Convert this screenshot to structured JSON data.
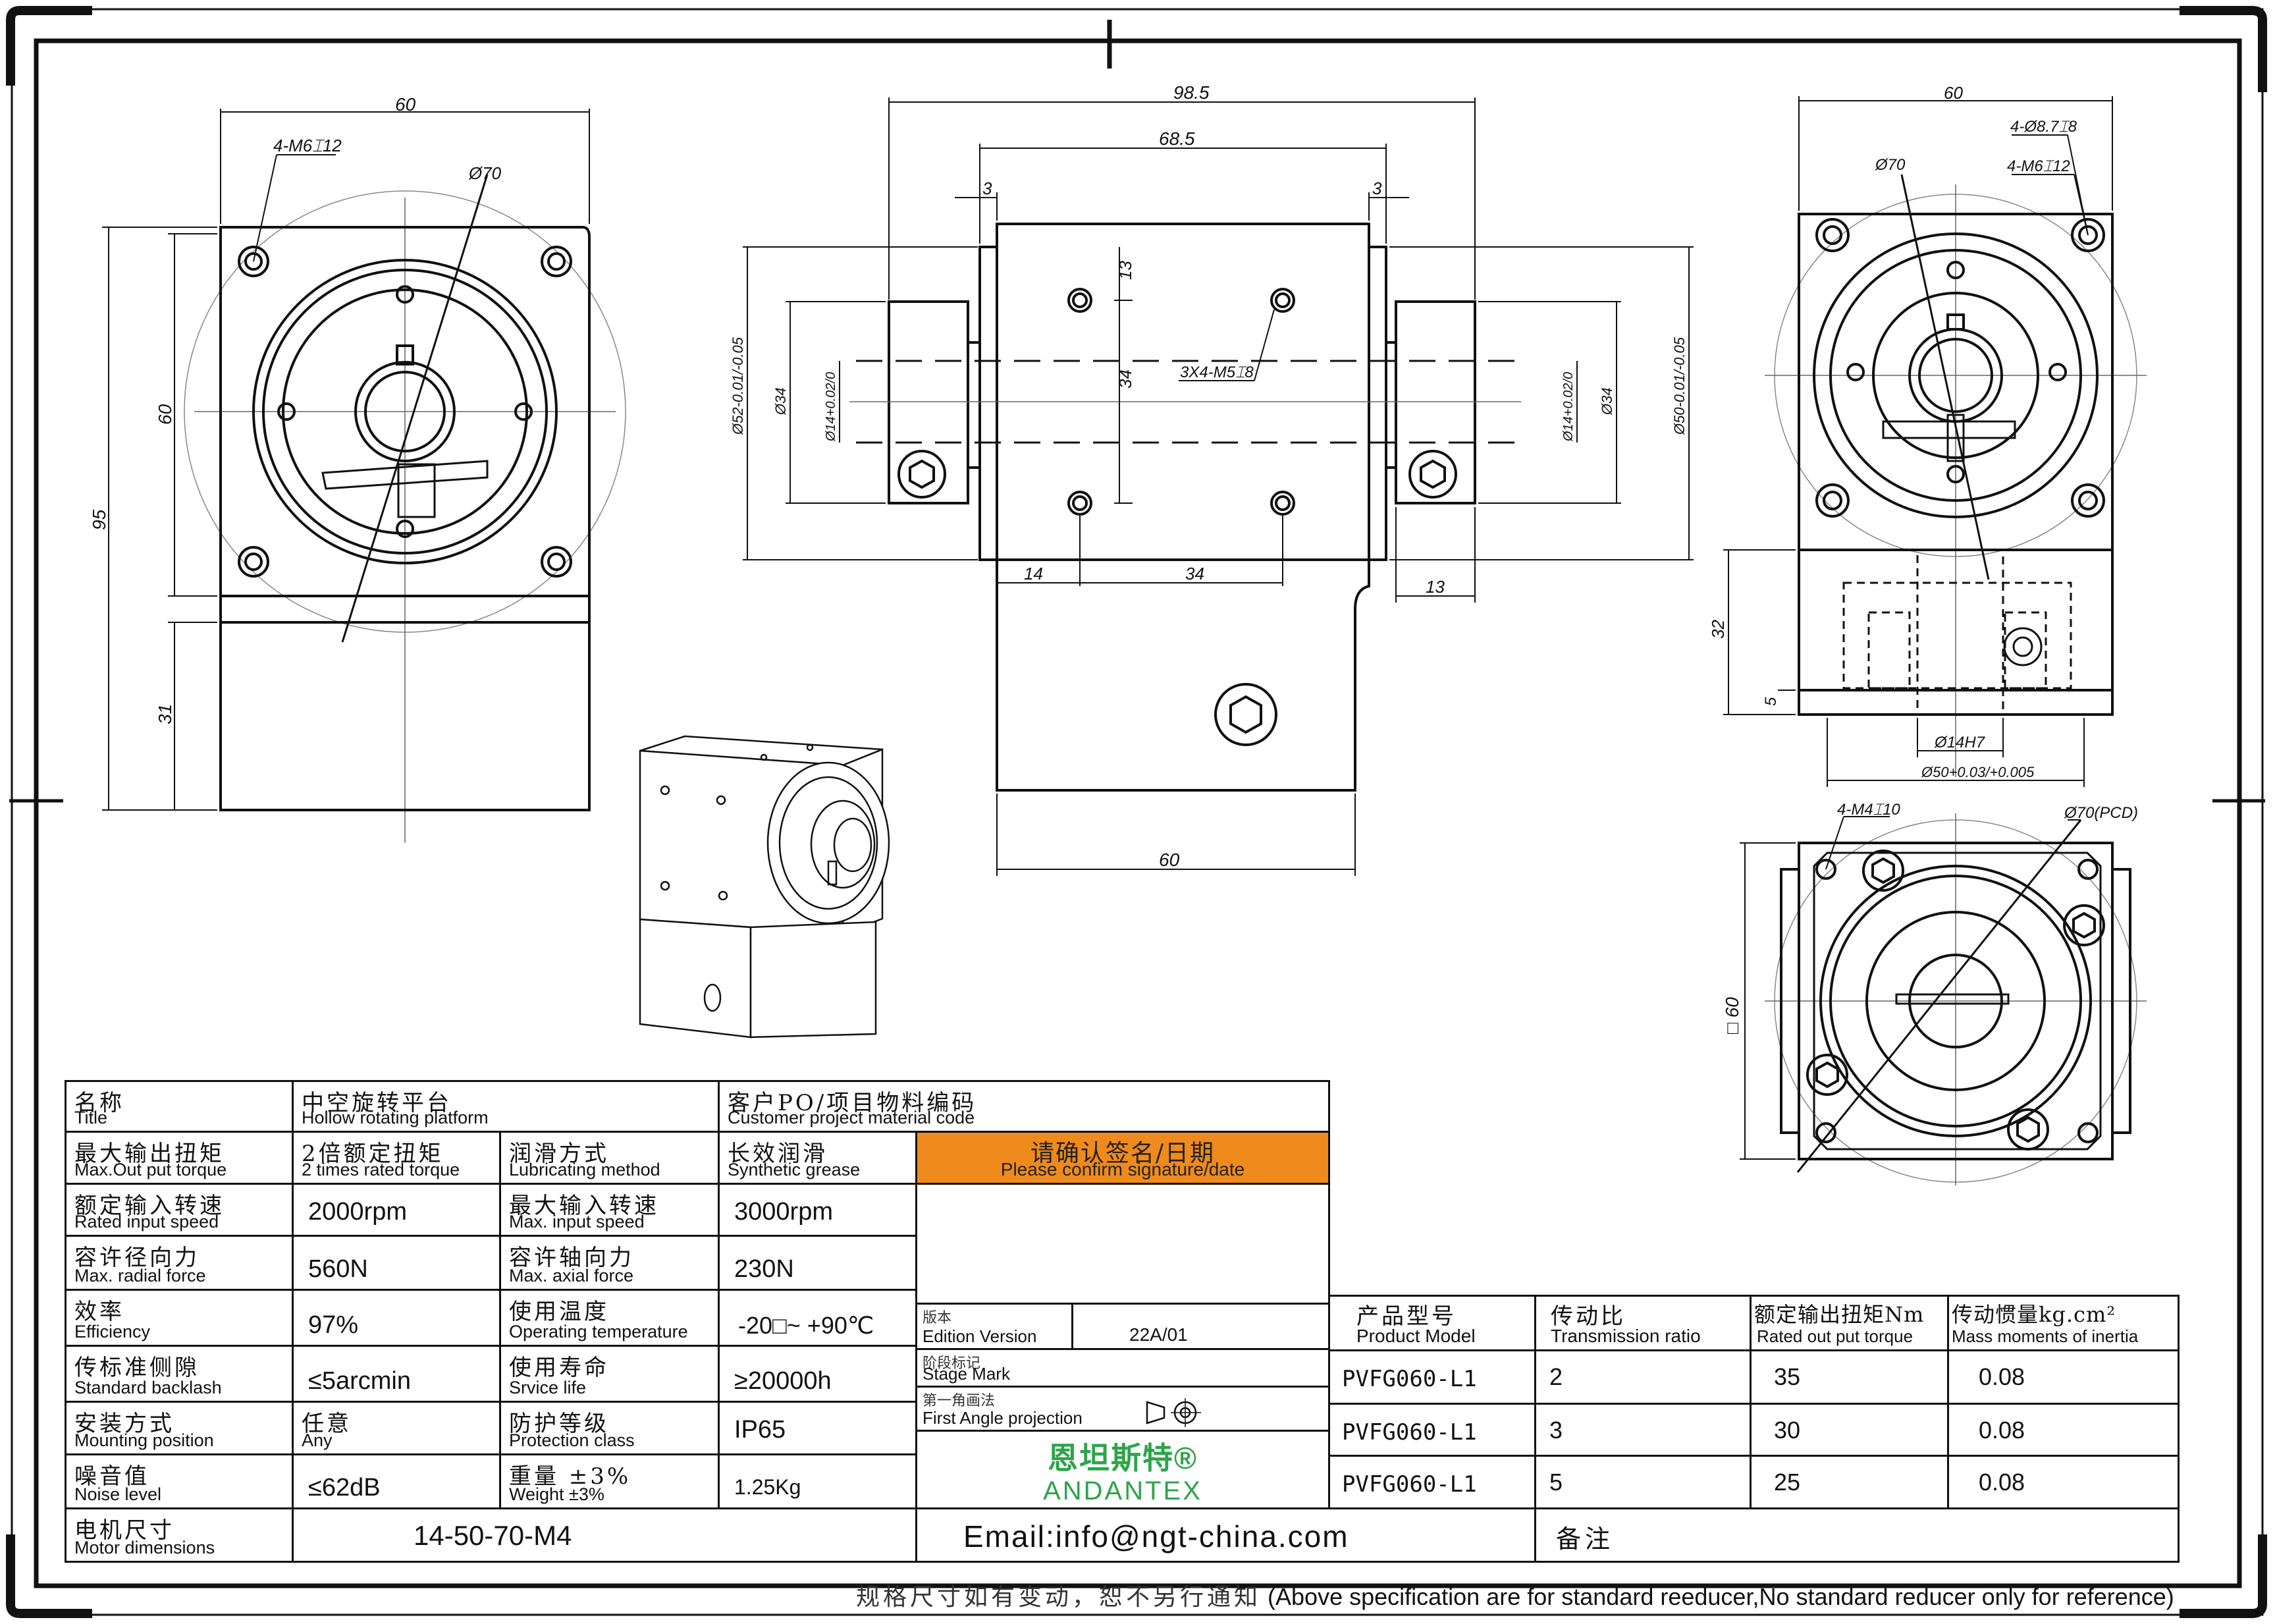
{
  "drawing": {
    "dims": {
      "left_width": "60",
      "left_height_sq": "60",
      "left_total": "95",
      "left_base": "31",
      "left_holes": "4-M6⌶12",
      "left_pcd": "Ø70",
      "front_total": "98.5",
      "front_inner": "68.5",
      "front_gap_l": "3",
      "front_gap_r": "3",
      "front_13": "13",
      "front_34v": "34",
      "front_screw": "3X4-M5⌶8",
      "front_14": "14",
      "front_34h": "34",
      "front_13b": "13",
      "front_60": "60",
      "front_d52": "Ø52-0.01/-0.05",
      "front_d34l": "Ø34",
      "front_d14l": "Ø14+0.02/0",
      "front_d14r": "Ø14+0.02/0",
      "front_d34r": "Ø34",
      "front_d50": "Ø50-0.01/-0.05",
      "right_width": "60",
      "right_holes1": "4-Ø8.7⌶8",
      "right_holes2": "4-M6⌶12",
      "right_pcd": "Ø70",
      "right_32": "32",
      "right_5": "5",
      "right_bore": "Ø14H7",
      "right_pilot": "Ø50+0.03/+0.005",
      "bottom_holes": "4-M4⌶10",
      "bottom_pcd": "Ø70(PCD)",
      "bottom_sq": "□ 60"
    }
  },
  "title_block": {
    "name": {
      "zh": "名称",
      "en": "Title"
    },
    "product_name": {
      "zh": "中空旋转平台",
      "en": "Hollow rotating platform"
    },
    "customer": {
      "zh": "客户PO/项目物料编码",
      "en": "Customer project material code"
    },
    "rows": [
      {
        "k1": {
          "zh": "最大输出扭矩",
          "en": "Max.Out put torque"
        },
        "v1": {
          "zh": "2倍额定扭矩",
          "en": "2 times rated torque"
        },
        "k2": {
          "zh": "润滑方式",
          "en": "Lubricating method"
        },
        "v2": {
          "zh": "长效润滑",
          "en": "Synthetic grease"
        }
      },
      {
        "k1": {
          "zh": "额定输入转速",
          "en": "Rated input speed"
        },
        "v1": "2000rpm",
        "k2": {
          "zh": "最大输入转速",
          "en": "Max. input speed"
        },
        "v2": "3000rpm"
      },
      {
        "k1": {
          "zh": "容许径向力",
          "en": "Max. radial force"
        },
        "v1": "560N",
        "k2": {
          "zh": "容许轴向力",
          "en": "Max. axial force"
        },
        "v2": "230N"
      },
      {
        "k1": {
          "zh": "效率",
          "en": "Efficiency"
        },
        "v1": "97%",
        "k2": {
          "zh": "使用温度",
          "en": "Operating temperature"
        },
        "v2": "-20□~ +90℃"
      },
      {
        "k1": {
          "zh": "传标准侧隙",
          "en": "Standard backlash"
        },
        "v1": "≤5arcmin",
        "k2": {
          "zh": "使用寿命",
          "en": "Srvice life"
        },
        "v2": "≥20000h"
      },
      {
        "k1": {
          "zh": "安装方式",
          "en": "Mounting position"
        },
        "v1": {
          "zh": "任意",
          "en": "Any"
        },
        "k2": {
          "zh": "防护等级",
          "en": "Protection class"
        },
        "v2": "IP65"
      },
      {
        "k1": {
          "zh": "噪音值",
          "en": "Noise level"
        },
        "v1": "≤62dB",
        "k2": {
          "zh": "重量 ±3%",
          "en": "Weight ±3%"
        },
        "v2": "1.25Kg"
      }
    ],
    "motor": {
      "zh": "电机尺寸",
      "en": "Motor dimensions",
      "value": "14-50-70-M4"
    },
    "confirm": {
      "zh": "请确认签名/日期",
      "en": "Please confirm signature/date"
    },
    "edition": {
      "zh": "版本",
      "en": "Edition Version",
      "value": "22A/01"
    },
    "stage": {
      "zh": "阶段标记",
      "en": "Stage Mark"
    },
    "projection": {
      "zh": "第一角画法",
      "en": "First Angle projection"
    },
    "logo": {
      "zh": "恩坦斯特®",
      "en": "ANDANTEX"
    },
    "email": "Email:info@ngt-china.com",
    "remark": "备注"
  },
  "spec_table": {
    "headers": [
      {
        "zh": "产品型号",
        "en": "Product Model"
      },
      {
        "zh": "传动比",
        "en": "Transmission ratio"
      },
      {
        "zh": "额定输出扭矩Nm",
        "en": "Rated out put torque"
      },
      {
        "zh": "传动惯量kg.cm²",
        "en": "Mass moments of inertia"
      }
    ],
    "rows": [
      {
        "model": "PVFG060-L1",
        "ratio": "2",
        "torque": "35",
        "inertia": "0.08"
      },
      {
        "model": "PVFG060-L1",
        "ratio": "3",
        "torque": "30",
        "inertia": "0.08"
      },
      {
        "model": "PVFG060-L1",
        "ratio": "5",
        "torque": "25",
        "inertia": "0.08"
      }
    ]
  },
  "footer": {
    "zh": "规格尺寸如有变动，恕不另行通知",
    "en": "(Above specification are for standard reeducer,No standard reducer only for reference)"
  }
}
